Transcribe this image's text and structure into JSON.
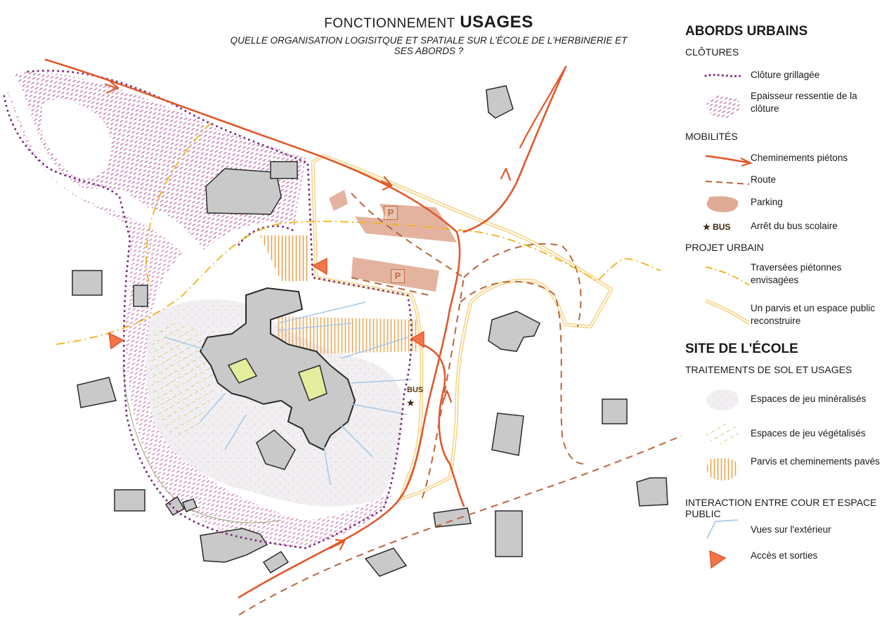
{
  "title": {
    "prefix": "FONCTIONNEMENT",
    "bold": "USAGES"
  },
  "subtitle": "QUELLE ORGANISATION LOGISITQUE ET SPATIALE SUR L'ÉCOLE DE L'HERBINERIE ET SES ABORDS ?",
  "map": {
    "bus_label": "BUS",
    "parking_label": "P"
  },
  "legend": {
    "section1": "ABORDS URBAINS",
    "sub1": "CLÔTURES",
    "items1": [
      {
        "label": "Clôture grillagée",
        "icon": "dotted-line"
      },
      {
        "label": "Epaisseur ressentie de la clôture",
        "icon": "hatch-blob"
      }
    ],
    "sub2": "MOBILITÉS",
    "items2": [
      {
        "label": "Cheminements piétons",
        "icon": "arrow-line"
      },
      {
        "label": "Route",
        "icon": "dashed-line"
      },
      {
        "label": "Parking",
        "icon": "parking-blob"
      },
      {
        "label": "Arrêt du bus scolaire",
        "icon": "bus-star",
        "icon_text": "★ BUS"
      }
    ],
    "sub3": "PROJET URBAIN",
    "items3": [
      {
        "label": "Traversées piétonnes envisagées",
        "icon": "dashdot-line"
      },
      {
        "label": "Un parvis et un espace public reconstruire",
        "icon": "double-line"
      }
    ],
    "section2": "SITE DE L'ÉCOLE",
    "sub4": "TRAITEMENTS DE SOL ET USAGES",
    "items4": [
      {
        "label": "Espaces de jeu minéralisés",
        "icon": "stipple-blob"
      },
      {
        "label": "Espaces de jeu végétalisés",
        "icon": "green-hatch-blob"
      },
      {
        "label": "Parvis et cheminements pavés",
        "icon": "orange-stripe-blob"
      }
    ],
    "sub5": "INTERACTION ENTRE COUR ET ESPACE PUBLIC",
    "items5": [
      {
        "label": "Vues sur l'extérieur",
        "icon": "blue-line"
      },
      {
        "label": "Accès et sorties",
        "icon": "triangle-marker"
      }
    ]
  },
  "colors": {
    "fence": "#7b2f7f",
    "hatch": "#b8529a",
    "path": "#e2582b",
    "road": "#b8673e",
    "parking": "#e0ab96",
    "dashdot": "#f0b11a",
    "parvis": "#f7d489",
    "building": "#c9c9c9",
    "views": "#a9c9e6"
  }
}
